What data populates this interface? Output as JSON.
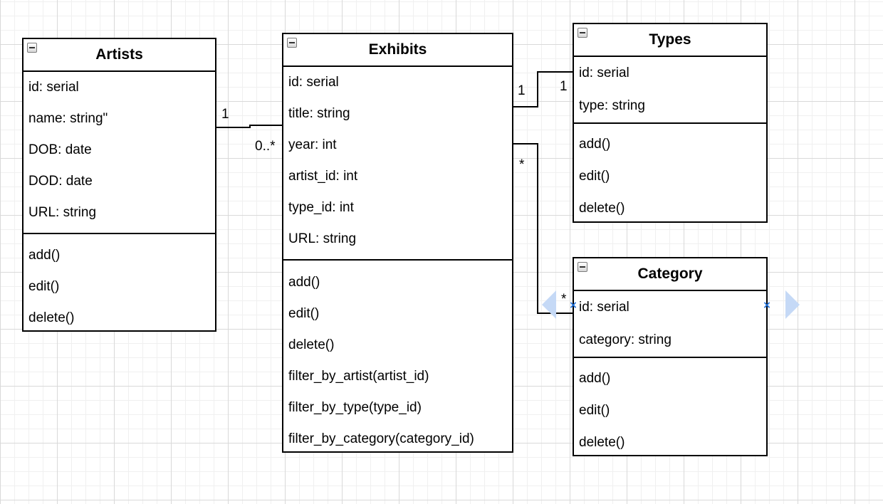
{
  "classes": {
    "artists": {
      "title": "Artists",
      "attributes": [
        "id: serial",
        "name: string\"",
        "DOB: date",
        "DOD: date",
        "URL: string"
      ],
      "methods": [
        "add()",
        "edit()",
        "delete()"
      ]
    },
    "exhibits": {
      "title": "Exhibits",
      "attributes": [
        "id: serial",
        "title: string",
        "year: int",
        "artist_id: int",
        "type_id: int",
        "URL: string"
      ],
      "methods": [
        "add()",
        "edit()",
        "delete()",
        "filter_by_artist(artist_id)",
        "filter_by_type(type_id)",
        "filter_by_category(category_id)"
      ]
    },
    "types": {
      "title": "Types",
      "attributes": [
        "id: serial",
        "type: string"
      ],
      "methods": [
        "add()",
        "edit()",
        "delete()"
      ]
    },
    "category": {
      "title": "Category",
      "attributes": [
        "id: serial",
        "category: string"
      ],
      "methods": [
        "add()",
        "edit()",
        "delete()"
      ]
    }
  },
  "associations": {
    "artists_exhibits": {
      "source_mult": "1",
      "target_mult": "0..*"
    },
    "exhibits_types": {
      "source_mult": "1",
      "target_mult": "1"
    },
    "exhibits_category": {
      "source_mult": "*",
      "target_mult": "*"
    }
  },
  "colors": {
    "line": "#000000",
    "grid": "#d9d9d9",
    "selection_handle": "#c5d9f6",
    "selection_marker": "#1a6cd8"
  }
}
